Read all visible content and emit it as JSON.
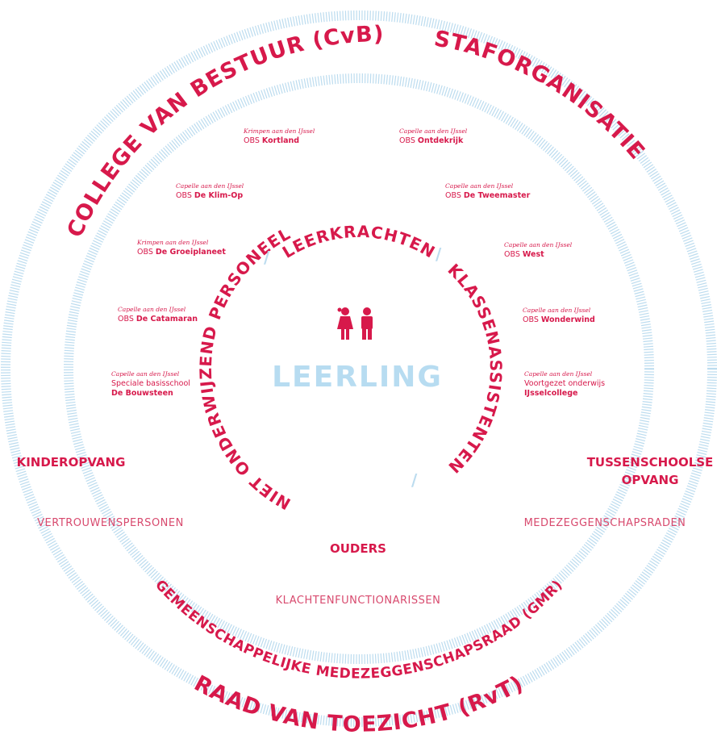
{
  "colors": {
    "accent": "#d7194b",
    "ring": "#bcdcef",
    "center_text": "#b7dcf1",
    "soft": "#d84a6e"
  },
  "center": {
    "title": "LEERLING",
    "icon": "children-icon"
  },
  "inner_ring": {
    "leerkrachten": "LEERKRACHTEN",
    "klassenassistenten": "KLASSENASSISTENTEN",
    "niet_onderwijzend": "NIET ONDERWIJZEND PERSONEEL",
    "separator": "/"
  },
  "outer_ring": {
    "cvb": "COLLEGE VAN BESTUUR (CvB)",
    "staf": "STAFORGANISATIE",
    "gmr": "GEMEENSCHAPPELIJKE MEDEZEGGENSCHAPSRAAD (GMR)",
    "rvt": "RAAD VAN TOEZICHT (RvT)"
  },
  "labels": {
    "kinderopvang": "KINDEROPVANG",
    "tussenschoolse_1": "TUSSENSCHOOLSE",
    "tussenschoolse_2": "OPVANG",
    "vertrouwenspersonen": "VERTROUWENSPERSONEN",
    "medezeggenschapsraden": "MEDEZEGGENSCHAPSRADEN",
    "ouders": "OUDERS",
    "klachtenfunctionarissen": "KLACHTENFUNCTIONARISSEN"
  },
  "schools": [
    {
      "city": "Krimpen aan den IJssel",
      "prefix": "OBS ",
      "name": "Kortland"
    },
    {
      "city": "Capelle aan den IJssel",
      "prefix": "OBS ",
      "name": "Ontdekrijk"
    },
    {
      "city": "Capelle aan den IJssel",
      "prefix": "OBS ",
      "name": "De Klim-Op"
    },
    {
      "city": "Capelle aan den IJssel",
      "prefix": "OBS ",
      "name": "De Tweemaster"
    },
    {
      "city": "Krimpen aan den IJssel",
      "prefix": "OBS ",
      "name": "De Groeiplaneet"
    },
    {
      "city": "Capelle aan den IJssel",
      "prefix": "OBS ",
      "name": "West"
    },
    {
      "city": "Capelle aan den IJssel",
      "prefix": "OBS ",
      "name": "De Catamaran"
    },
    {
      "city": "Capelle aan den IJssel",
      "prefix": "OBS ",
      "name": "Wonderwind"
    },
    {
      "city": "Capelle aan den IJssel",
      "prefix": "Speciale basisschool",
      "name": "De Bouwsteen"
    },
    {
      "city": "Capelle aan den IJssel",
      "prefix": "Voortgezet onderwijs",
      "name": "IJsselcollege"
    }
  ]
}
